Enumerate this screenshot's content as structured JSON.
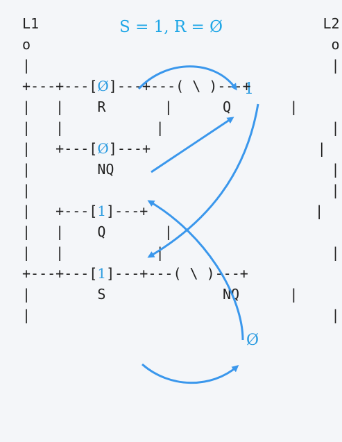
{
  "caption": "S = 1, R = Ø",
  "rail_labels": {
    "left": "L1",
    "right": "L2",
    "node": "o"
  },
  "symbols": {
    "wire": "+---+---",
    "contact_open": "[",
    "contact_close": "]",
    "coil_open": "(",
    "coil_close": ")",
    "coil_inner": "\\"
  },
  "contacts": {
    "r": {
      "label": "R",
      "value": "Ø"
    },
    "nq": {
      "label": "NQ",
      "value": "Ø"
    },
    "q": {
      "label": "Q",
      "value": "1"
    },
    "s": {
      "label": "S",
      "value": "1"
    }
  },
  "coils": {
    "q": {
      "label": "Q",
      "value": "1"
    },
    "nq": {
      "label": "NQ",
      "value": "Ø"
    }
  },
  "colors": {
    "text": "#1f1f1f",
    "value": "#2b9be0",
    "caption": "#1ea6e6",
    "arrow": "#3a97ec"
  }
}
